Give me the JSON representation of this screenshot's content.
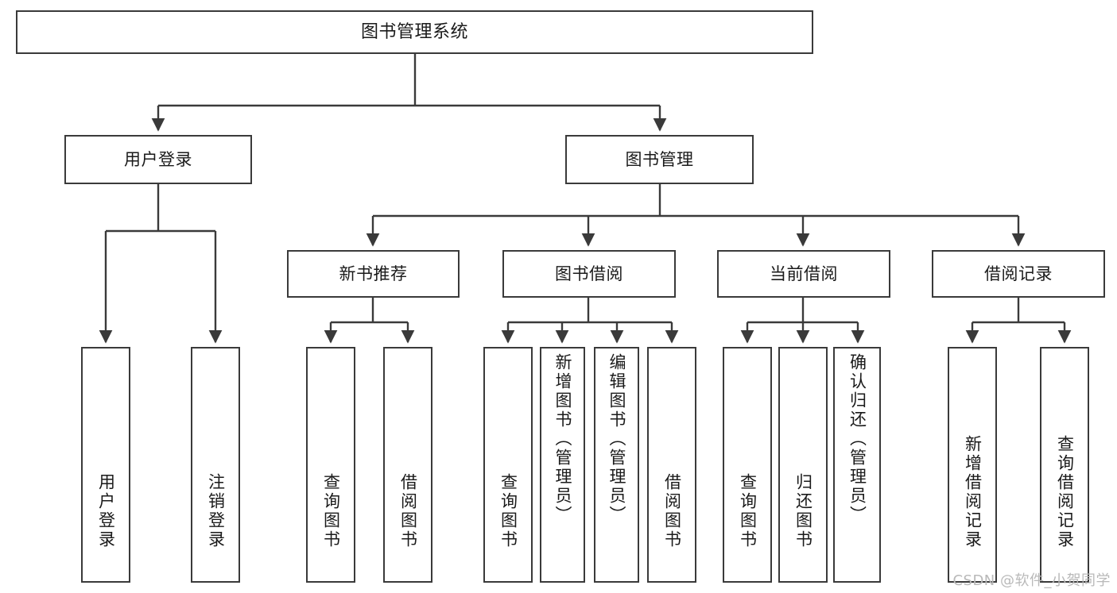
{
  "diagram": {
    "title": "图书管理系统",
    "watermark": "CSDN @软件_小贺同学",
    "colors": {
      "box_border": "#3a3a3a",
      "box_fill": "#ffffff",
      "edge": "#3a3a3a",
      "text": "#1a1a1a",
      "watermark": "#b9b9b9",
      "background": "#ffffff"
    },
    "levels": {
      "root": {
        "label": "图书管理系统"
      },
      "level2": [
        {
          "label": "用户登录"
        },
        {
          "label": "图书管理"
        }
      ],
      "level3": [
        {
          "label": "新书推荐"
        },
        {
          "label": "图书借阅"
        },
        {
          "label": "当前借阅"
        },
        {
          "label": "借阅记录"
        }
      ]
    },
    "leaves": {
      "user_login": [
        {
          "label": "用户登录"
        },
        {
          "label": "注销登录"
        }
      ],
      "new_book_recommend": [
        {
          "label": "查询图书"
        },
        {
          "label": "借阅图书"
        }
      ],
      "book_borrow": [
        {
          "label": "查询图书"
        },
        {
          "label": "新增图书（管理员）"
        },
        {
          "label": "编辑图书（管理员）"
        },
        {
          "label": "借阅图书"
        }
      ],
      "current_borrow": [
        {
          "label": "查询图书"
        },
        {
          "label": "归还图书"
        },
        {
          "label": "确认归还（管理员）"
        }
      ],
      "borrow_records": [
        {
          "label": "新增借阅记录"
        },
        {
          "label": "查询借阅记录"
        }
      ]
    }
  }
}
